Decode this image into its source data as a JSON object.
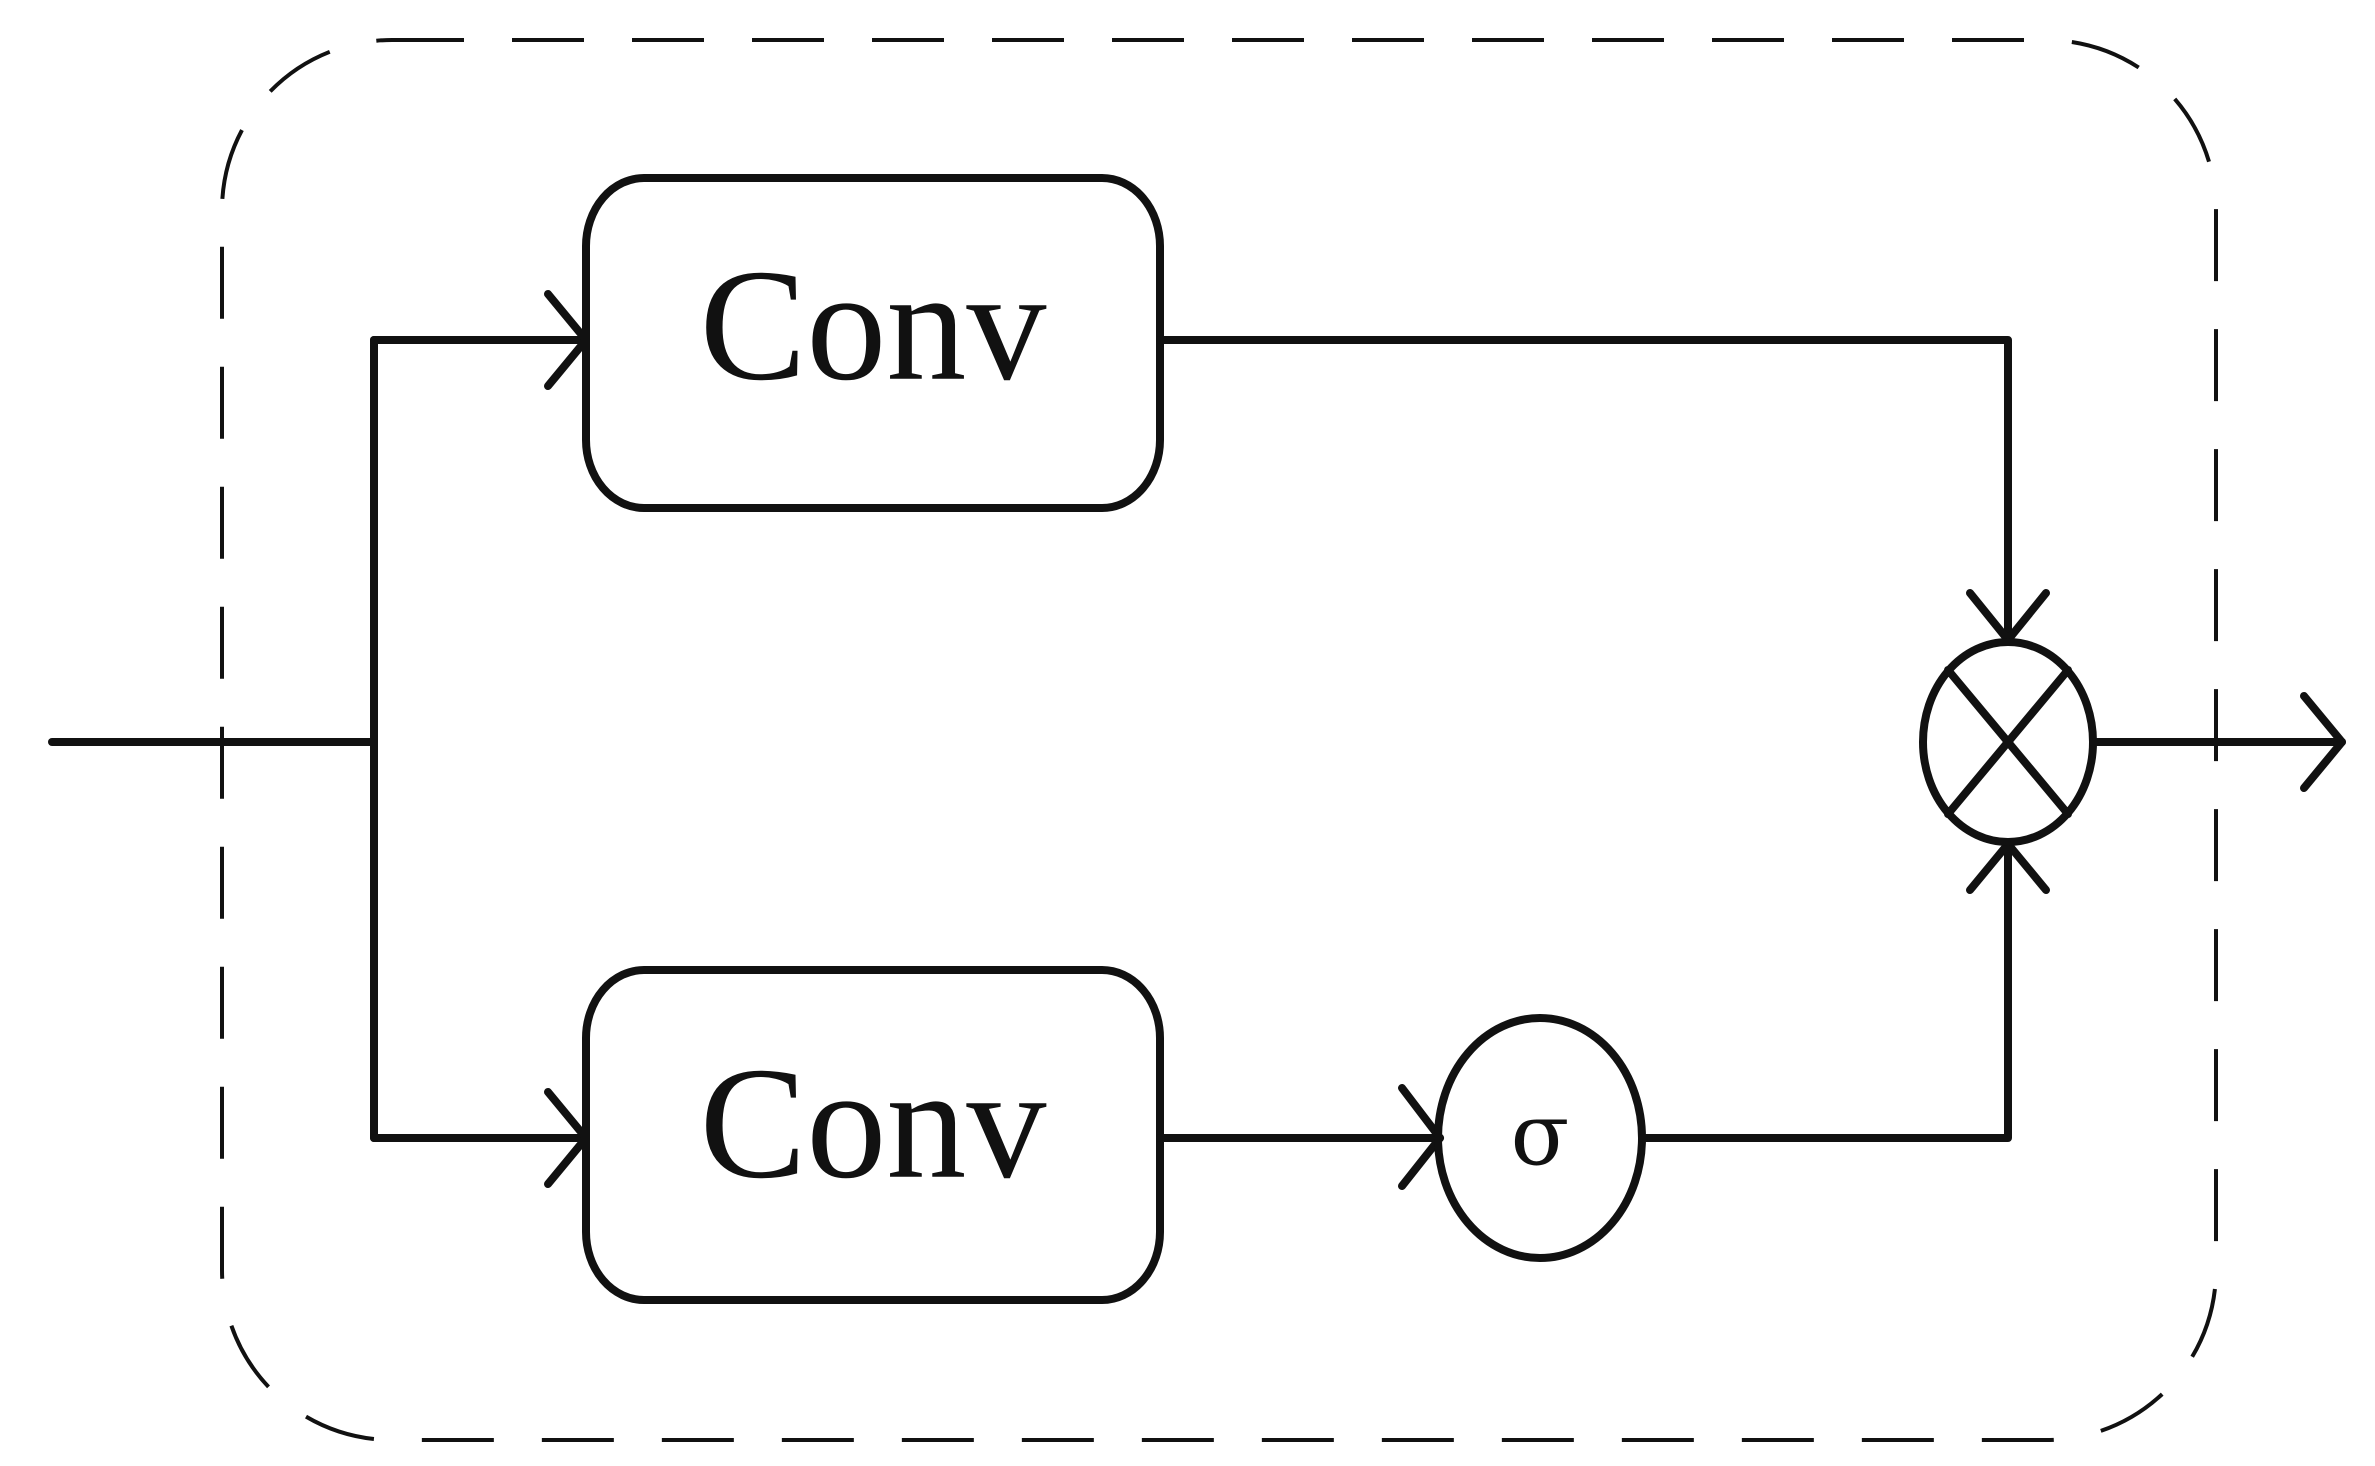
{
  "diagram": {
    "blocks": {
      "conv_top": "Conv",
      "conv_bottom": "Conv",
      "activation": "σ"
    },
    "operators": {
      "multiply": "⊗"
    },
    "icons": {
      "boundary": "dashed-rounded-rectangle",
      "multiply": "circle-x-multiply-icon",
      "arrows": "open-arrowhead-icon"
    },
    "colors": {
      "stroke": "#111111",
      "background": "#ffffff"
    }
  }
}
